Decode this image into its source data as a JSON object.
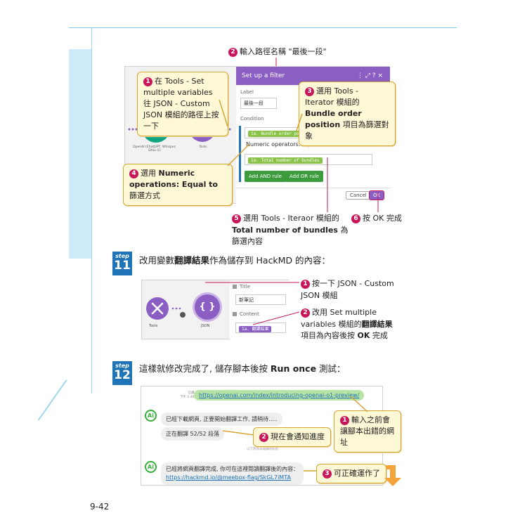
{
  "page_number": "9-42",
  "fig1": {
    "top_note": {
      "num": "2",
      "text": "輸入路徑名稱 \"最後一段\""
    },
    "callout1": {
      "num": "1",
      "text": "在 Tools - Set multiple variables 往 JSON - Custom JSON 模組的路徑上按一下"
    },
    "callout3": {
      "num": "3",
      "pre": "選用 Tools - Iterator 模組的 ",
      "bold": "Bundle order position",
      "post": " 項目為篩選對象"
    },
    "callout4": {
      "num": "4",
      "pre": "選用 ",
      "bold": "Numeric operations: Equal to",
      "post": " 篩選方式"
    },
    "note5": {
      "num": "5",
      "pre": "選用 Tools - Iteraor 模組的 ",
      "bold": "Total number of bundles",
      "post": " 為篩選內容"
    },
    "note6": {
      "num": "6",
      "text": "按 OK 完成"
    },
    "panel": {
      "title": "Set up a filter",
      "header_icons": "⋮  ⤢  ?  ×",
      "label_caption": "Label",
      "label_value": "最後一段",
      "condition_caption": "Condition",
      "condition_pill": "1a. Bundle order position",
      "operator": "Numeric operators: Equal to",
      "value_pill": "1a. Total number of bundles",
      "add_and": "Add AND rule",
      "add_or": "Add OR rule",
      "cancel": "Cancel",
      "ok": "OK",
      "remove": "×"
    },
    "modules": {
      "openai": "OpenAI (ChatGPT, Whisper, DALL-E)",
      "tools": "Tools"
    }
  },
  "step11": {
    "label": "step",
    "number": "11",
    "pre": "改用變數",
    "bold": "翻譯結果",
    "post": "作為儲存到 HackMD 的內容：",
    "note1": {
      "num": "1",
      "text": "按一下 JSON - Custom JSON 模組"
    },
    "note2": {
      "num": "2",
      "pre": "改用 Set multiple variables 模組的",
      "bold": "翻譯結果",
      "mid": "項目為內容後按 ",
      "bold2": "OK",
      "post": " 完成"
    },
    "panel": {
      "title_caption": "Title",
      "title_value": "新筆記",
      "content_caption": "Content",
      "content_pill": "1a. 翻譯結果"
    },
    "modules": {
      "tools": "Tools",
      "json": "JSON",
      "json_icon": "{ }"
    }
  },
  "step12": {
    "label": "step",
    "number": "12",
    "pre": "這樣就修改完成了, 儲存腳本後按 ",
    "bold": "Run once",
    "post": " 測試：",
    "chat": {
      "user_time_a": "已讀",
      "user_time_b": "下午 1:46",
      "user_link": "https://openai.com/index/introducing-openai-o1-preview/",
      "msg1": "已經下載網頁, 正要開始翻譯工作, 請稍待.....",
      "msg2": "正在翻譯 52/52 段落",
      "divider": "以下為尚未閱讀的訊息",
      "msg3": "已經將網頁翻譯完成, 你可在這裡閱讀翻譯後的內容：",
      "msg3_link": "https://hackmd.io/@meebox-flag/SkGL7iMTA",
      "ai_label": "Ai"
    },
    "callout1": {
      "num": "1",
      "text": "輸入之前會讓腳本出錯的網址"
    },
    "callout2": {
      "num": "2",
      "text": "現在會通知進度"
    },
    "callout3": {
      "num": "3",
      "text": "可正確運作了"
    }
  },
  "colors": {
    "accent_magenta": "#c8165b",
    "callout_bg": "#fff8d6",
    "callout_border": "#d7a531",
    "step_blue": "#1f73b7",
    "make_purple": "#8a5ec2",
    "openai_green": "#10a37f"
  }
}
